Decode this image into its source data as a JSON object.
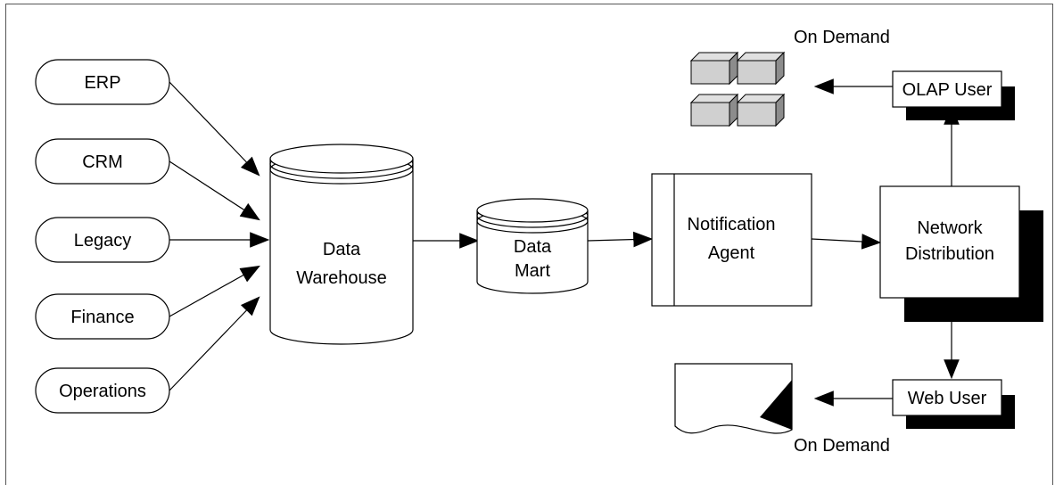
{
  "sources": [
    "ERP",
    "CRM",
    "Legacy",
    "Finance",
    "Operations"
  ],
  "data_warehouse": [
    "Data",
    "Warehouse"
  ],
  "data_mart": [
    "Data",
    "Mart"
  ],
  "notification_agent": [
    "Notification",
    "Agent"
  ],
  "network_distribution": [
    "Network",
    "Distribution"
  ],
  "olap_user": "OLAP User",
  "web_user": "Web User",
  "on_demand_top": "On Demand",
  "on_demand_bottom": "On Demand"
}
